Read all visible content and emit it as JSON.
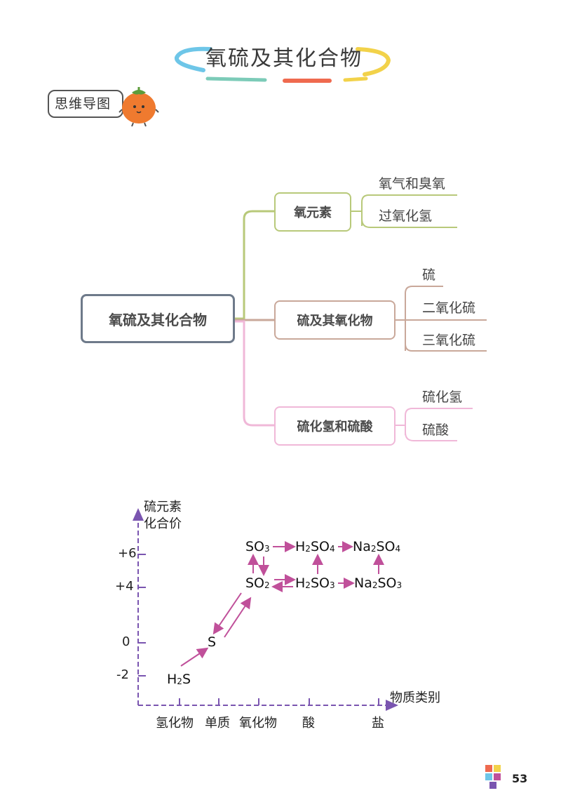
{
  "title": "氧硫及其化合物",
  "badge": "思维导图",
  "mindmap": {
    "root": "氧硫及其化合物",
    "branch1": {
      "label": "氧元素",
      "leaves": [
        "氧气和臭氧",
        "过氧化氢"
      ],
      "color": "#b8c97a"
    },
    "branch2": {
      "label": "硫及其氧化物",
      "leaves": [
        "硫",
        "二氧化硫",
        "三氧化硫"
      ],
      "color": "#c9a89a"
    },
    "branch3": {
      "label": "硫化氢和硫酸",
      "leaves": [
        "硫化氢",
        "硫酸"
      ],
      "color": "#f0b8d8"
    }
  },
  "chart": {
    "ylabel_line1": "硫元素",
    "ylabel_line2": "化合价",
    "xlabel": "物质类别",
    "yticks": [
      "+6",
      "+4",
      "0",
      "-2"
    ],
    "xticks": [
      "氢化物",
      "单质",
      "氧化物",
      "酸",
      "盐"
    ],
    "axis_color": "#7a55b0",
    "arrow_color": "#c0509a",
    "species": {
      "so3": {
        "base": "SO",
        "sub": "3"
      },
      "h2so4": {
        "a": "H",
        "s1": "2",
        "b": "SO",
        "s2": "4"
      },
      "na2so4": {
        "a": "Na",
        "s1": "2",
        "b": "SO",
        "s2": "4"
      },
      "so2": {
        "base": "SO",
        "sub": "2"
      },
      "h2so3": {
        "a": "H",
        "s1": "2",
        "b": "SO",
        "s2": "3"
      },
      "na2so3": {
        "a": "Na",
        "s1": "2",
        "b": "SO",
        "s2": "3"
      },
      "s": "S",
      "h2s": {
        "a": "H",
        "s1": "2",
        "b": "S"
      }
    }
  },
  "page_number": "53"
}
